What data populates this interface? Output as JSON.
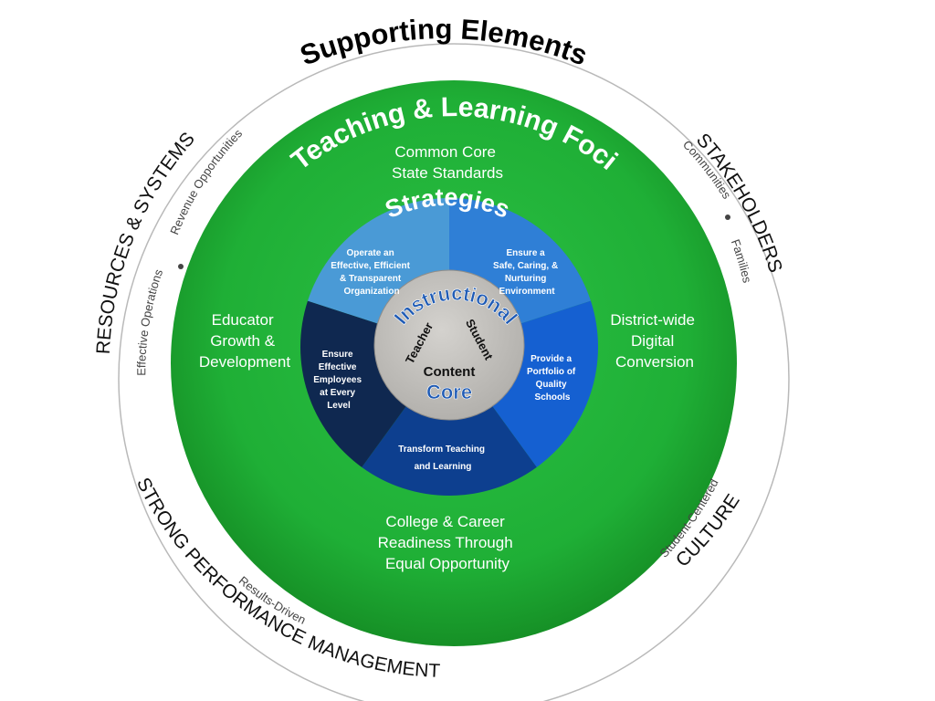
{
  "outer_ring": {
    "title": "Supporting Elements",
    "resources": {
      "label": "RESOURCES & SYSTEMS",
      "sub_1": "Revenue Opportunities",
      "sub_2": "Effective Operations"
    },
    "stakeholders": {
      "label": "STAKEHOLDERS",
      "sub_1": "Communities",
      "sub_2": "Families"
    },
    "culture": {
      "label": "CULTURE",
      "sub_1": "Student-Centered"
    },
    "performance": {
      "label": "STRONG PERFORMANCE MANAGEMENT",
      "sub_1": "Results-Driven"
    }
  },
  "foci": {
    "title": "Teaching & Learning Foci",
    "top": [
      "Common Core",
      "State Standards"
    ],
    "left": [
      "Educator",
      "Growth &",
      "Development"
    ],
    "right": [
      "District-wide",
      "Digital",
      "Conversion"
    ],
    "bottom": [
      "College & Career",
      "Readiness Through",
      "Equal Opportunity"
    ]
  },
  "strategies": {
    "title": "Strategies",
    "segments": [
      {
        "lines": [
          "Operate an",
          "Effective, Efficient",
          "& Transparent",
          "Organization"
        ],
        "color": "#2f7fd6"
      },
      {
        "lines": [
          "Ensure a",
          "Safe, Caring, &",
          "Nurturing",
          "Environment"
        ],
        "color": "#1560d1"
      },
      {
        "lines": [
          "Provide a",
          "Portfolio of",
          "Quality",
          "Schools"
        ],
        "color": "#0d3f8f"
      },
      {
        "lines": [
          "Transform Teaching",
          "and Learning"
        ],
        "color": "#0f2850"
      },
      {
        "lines": [
          "Ensure",
          "Effective",
          "Employees",
          "at Every",
          "Level"
        ],
        "color": "#4a9ad6"
      }
    ]
  },
  "core": {
    "arc_label": "Instructional",
    "teacher": "Teacher",
    "student": "Student",
    "content": "Content",
    "core_label": "Core"
  },
  "colors": {
    "green": "#1fae35",
    "core_fill": "#c2c0bc",
    "core_text": "#1f5bb5",
    "ring_line": "#b9b9b9"
  }
}
